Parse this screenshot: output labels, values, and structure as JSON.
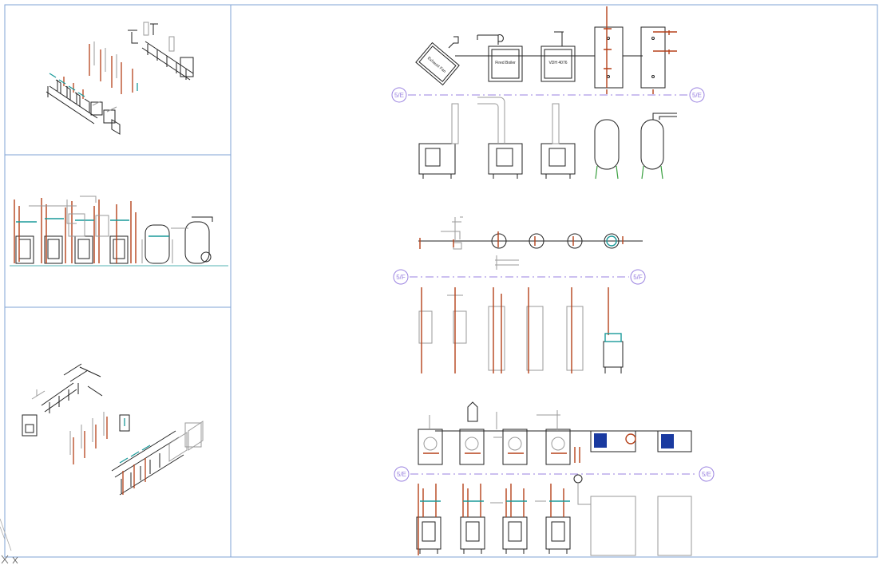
{
  "colors": {
    "viewport_border": "#7fa3d6",
    "gridline": "#9a82e0",
    "pipe_copper": "#b5411a",
    "pipe_teal": "#1a9a9a",
    "pipe_green": "#3aa040",
    "equipment_dark": "#222222",
    "equipment_gray": "#9a9a9a",
    "pump_blue": "#1a3aa0"
  },
  "grid_bubbles": {
    "row1_left": "5/E",
    "row1_right": "5/E",
    "row2_left": "5/F",
    "row2_right": "5/F",
    "row3_left": "5/E",
    "row3_right": "5/E"
  },
  "equipment_labels": {
    "fan_unit": "Exhaust Fan",
    "boiler_1": "Fired Boiler",
    "boiler_2": "VDH 4076"
  },
  "icons": {
    "view_cube": "view-cube-corner-icon"
  }
}
